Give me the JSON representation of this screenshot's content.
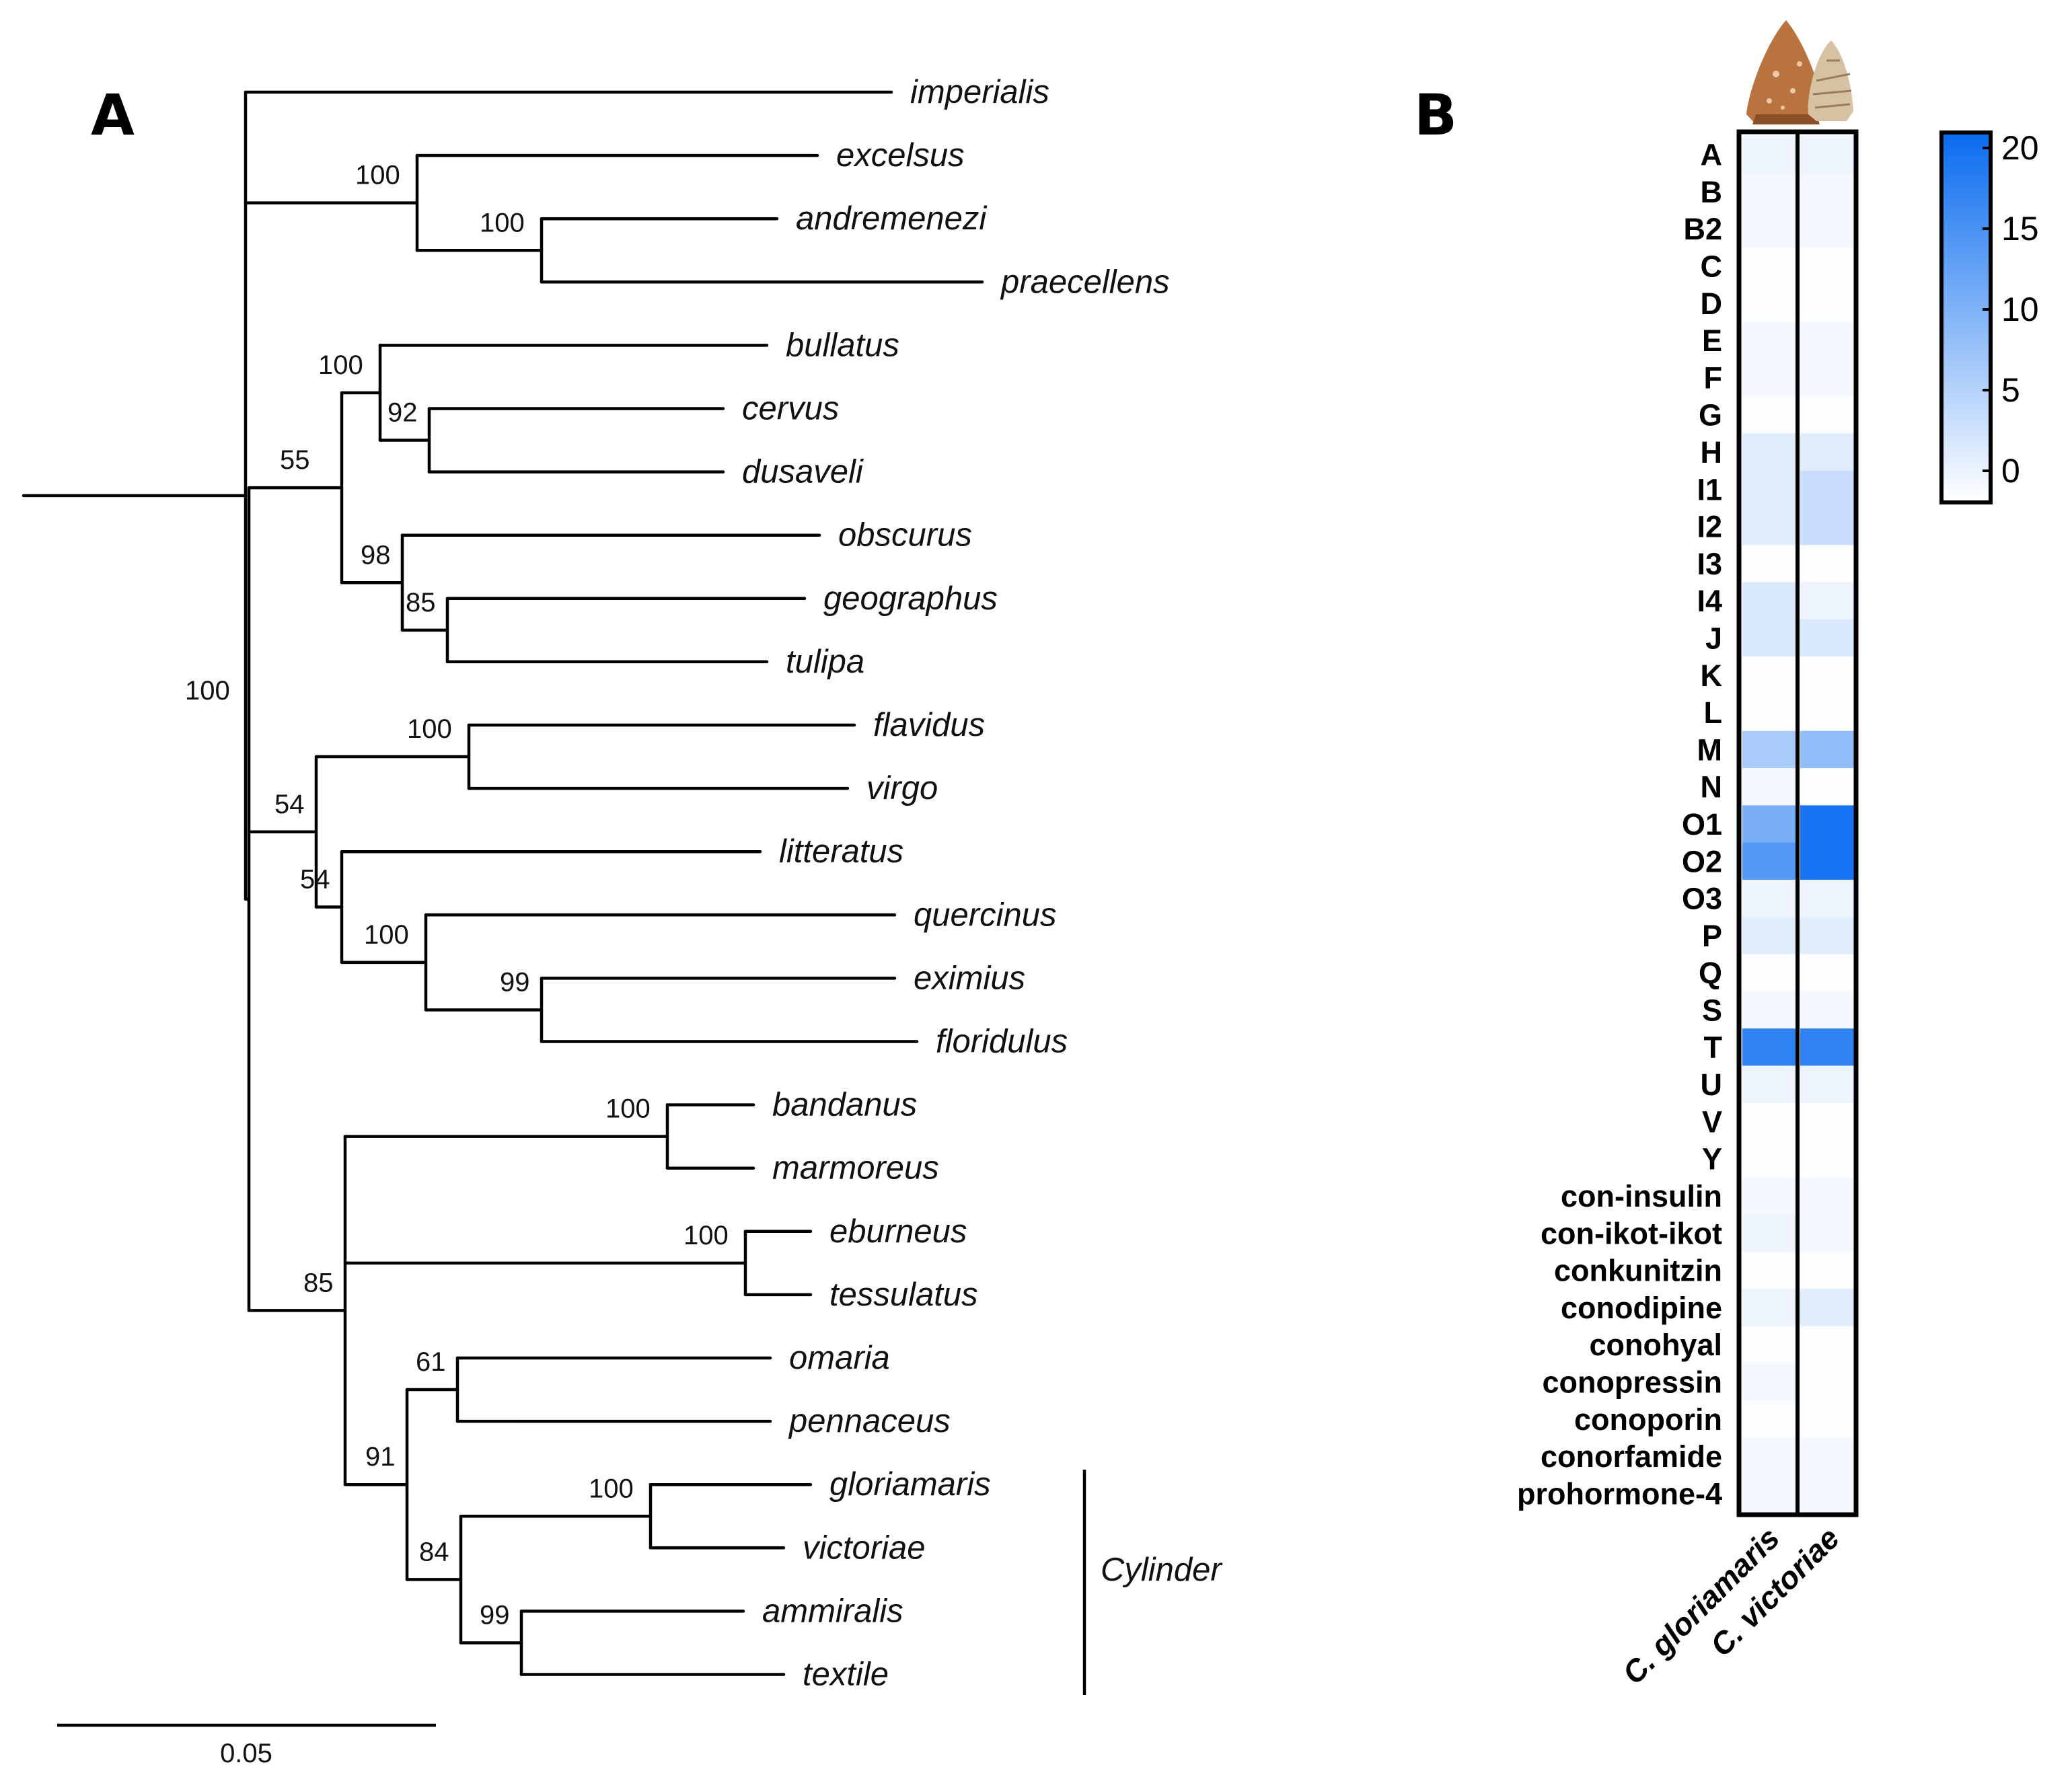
{
  "panel_a": {
    "letter": "A",
    "taxa": [
      {
        "id": "imperialis",
        "name": "imperialis",
        "highlight": false
      },
      {
        "id": "excelsus",
        "name": "excelsus",
        "highlight": false
      },
      {
        "id": "andremenezi",
        "name": "andremenezi",
        "highlight": false
      },
      {
        "id": "praecellens",
        "name": "praecellens",
        "highlight": false
      },
      {
        "id": "bullatus",
        "name": "bullatus",
        "highlight": false
      },
      {
        "id": "cervus",
        "name": "cervus",
        "highlight": false
      },
      {
        "id": "dusaveli",
        "name": "dusaveli",
        "highlight": false
      },
      {
        "id": "obscurus",
        "name": "obscurus",
        "highlight": false
      },
      {
        "id": "geographus",
        "name": "geographus",
        "highlight": false
      },
      {
        "id": "tulipa",
        "name": "tulipa",
        "highlight": false
      },
      {
        "id": "flavidus",
        "name": "flavidus",
        "highlight": false
      },
      {
        "id": "virgo",
        "name": "virgo",
        "highlight": false
      },
      {
        "id": "litteratus",
        "name": "litteratus",
        "highlight": false
      },
      {
        "id": "quercinus",
        "name": "quercinus",
        "highlight": false
      },
      {
        "id": "eximius",
        "name": "eximius",
        "highlight": false
      },
      {
        "id": "floridulus",
        "name": "floridulus",
        "highlight": false
      },
      {
        "id": "bandanus",
        "name": "bandanus",
        "highlight": false
      },
      {
        "id": "marmoreus",
        "name": "marmoreus",
        "highlight": false
      },
      {
        "id": "eburneus",
        "name": "eburneus",
        "highlight": false
      },
      {
        "id": "tessulatus",
        "name": "tessulatus",
        "highlight": false
      },
      {
        "id": "omaria",
        "name": "omaria",
        "highlight": false
      },
      {
        "id": "pennaceus",
        "name": "pennaceus",
        "highlight": false
      },
      {
        "id": "gloriamaris",
        "name": "gloriamaris",
        "highlight": true
      },
      {
        "id": "victoriae",
        "name": "victoriae",
        "highlight": true
      },
      {
        "id": "ammiralis",
        "name": "ammiralis",
        "highlight": false
      },
      {
        "id": "textile",
        "name": "textile",
        "highlight": false
      }
    ],
    "support_values": [
      "100",
      "100",
      "100",
      "92",
      "55",
      "98",
      "85",
      "100",
      "100",
      "54",
      "54",
      "100",
      "99",
      "100",
      "100",
      "85",
      "61",
      "91",
      "100",
      "84",
      "99"
    ],
    "clade_label": "Cylinder",
    "scale_bar_label": "0.05",
    "highlight_color": "#2f86e6"
  },
  "panel_b": {
    "letter": "B",
    "columns": [
      "C. gloriamaris",
      "C. victoriae"
    ],
    "rows": [
      "A",
      "B",
      "B2",
      "C",
      "D",
      "E",
      "F",
      "G",
      "H",
      "I1",
      "I2",
      "I3",
      "I4",
      "J",
      "K",
      "L",
      "M",
      "N",
      "O1",
      "O2",
      "O3",
      "P",
      "Q",
      "S",
      "T",
      "U",
      "V",
      "Y",
      "con-insulin",
      "con-ikot-ikot",
      "conkunitzin",
      "conodipine",
      "conohyal",
      "conopressin",
      "conoporin",
      "conorfamide",
      "prohormone-4"
    ],
    "values": [
      [
        1.5,
        1.5
      ],
      [
        1.0,
        1.0
      ],
      [
        1.0,
        1.0
      ],
      [
        0.2,
        0.2
      ],
      [
        0.2,
        0.2
      ],
      [
        1.0,
        1.0
      ],
      [
        1.0,
        1.0
      ],
      [
        0.3,
        0.3
      ],
      [
        2.5,
        2.5
      ],
      [
        2.5,
        4.5
      ],
      [
        2.5,
        4.5
      ],
      [
        0.3,
        0.3
      ],
      [
        3.0,
        1.5
      ],
      [
        3.0,
        3.0
      ],
      [
        0.2,
        0.2
      ],
      [
        0.2,
        0.2
      ],
      [
        7.0,
        9.0
      ],
      [
        1.0,
        0.2
      ],
      [
        11.0,
        19.0
      ],
      [
        14.0,
        19.0
      ],
      [
        1.5,
        1.5
      ],
      [
        2.5,
        2.5
      ],
      [
        0.3,
        0.3
      ],
      [
        1.0,
        1.0
      ],
      [
        17.0,
        17.0
      ],
      [
        1.5,
        1.5
      ],
      [
        0.2,
        0.2
      ],
      [
        0.2,
        0.2
      ],
      [
        1.0,
        1.0
      ],
      [
        1.5,
        1.0
      ],
      [
        0.3,
        0.3
      ],
      [
        1.5,
        2.5
      ],
      [
        0.3,
        0.3
      ],
      [
        1.0,
        0.2
      ],
      [
        0.3,
        0.3
      ],
      [
        1.0,
        1.0
      ],
      [
        1.0,
        1.0
      ]
    ],
    "colorbar": {
      "min": 0,
      "max": 20,
      "ticks": [
        0,
        5,
        10,
        15,
        20
      ],
      "color_low": "#ffffff",
      "color_high": "#0a6cf0"
    }
  }
}
